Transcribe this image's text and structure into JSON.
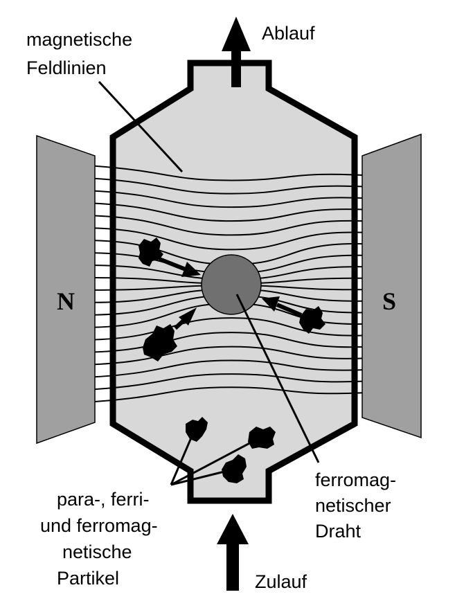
{
  "labels": {
    "field_lines": [
      "magnetische",
      "Feldlinien"
    ],
    "outlet": "Ablauf",
    "inlet": "Zulauf",
    "wire": [
      "ferromag-",
      "netischer",
      "Draht"
    ],
    "particles": [
      "para-, ferri-",
      "und ferromag-",
      "netische",
      "Partikel"
    ]
  },
  "poles": {
    "north": "N",
    "south": "S"
  },
  "colors": {
    "magnet": "#a0a0a0",
    "vessel": "#d8d8d8",
    "wire": "#707070",
    "stroke": "#000000"
  }
}
